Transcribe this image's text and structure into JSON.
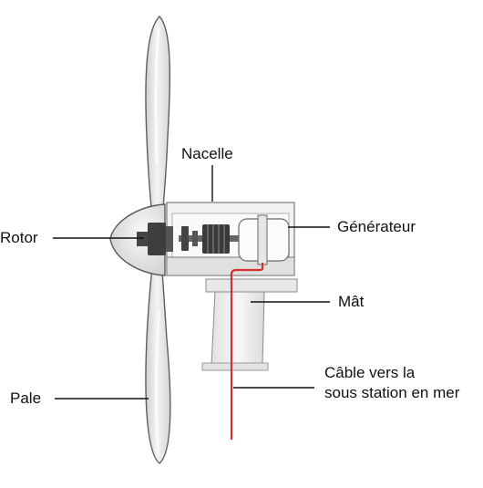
{
  "labels": {
    "nacelle": "Nacelle",
    "rotor": "Rotor",
    "generator": "Générateur",
    "mast": "Mât",
    "cable_line1": "Câble vers la",
    "cable_line2": "sous station en mer",
    "blade": "Pale"
  },
  "colors": {
    "blade_fill": "#ececec",
    "outline": "#555555",
    "cable": "#d2322d",
    "dark_part": "#333333"
  }
}
